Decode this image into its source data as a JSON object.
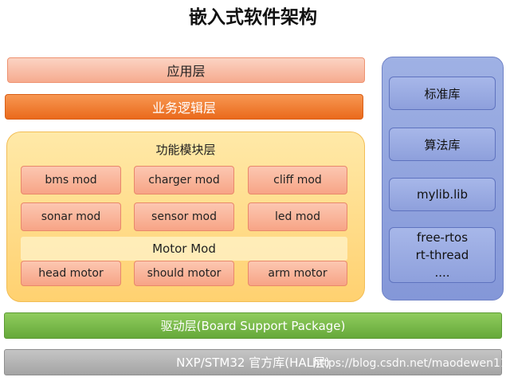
{
  "title": "嵌入式软件架构",
  "layers": {
    "app": "应用层",
    "business": "业务逻辑层",
    "functional": {
      "title": "功能模块层",
      "modules_row1": [
        "bms mod",
        "charger mod",
        "cliff mod"
      ],
      "modules_row2": [
        "sonar mod",
        "sensor mod",
        "led mod"
      ],
      "motor_title": "Motor Mod",
      "motors": [
        "head motor",
        "should motor",
        "arm motor"
      ]
    },
    "bsp": "驱动层(Board Support Package)",
    "hal": "NXP/STM32 官方库(HAL层)"
  },
  "libraries": {
    "standard": "标准库",
    "algorithm": "算法库",
    "mylib": "mylib.lib",
    "os_lines": [
      "free-rtos",
      "rt-thread",
      "...."
    ]
  },
  "watermark": "https://blog.csdn.net/maodewen11",
  "colors": {
    "app_layer": "#f6ab8f",
    "business_layer": "#ea6a1c",
    "functional_layer": "#ffd170",
    "module": "#f7a486",
    "library_panel": "#8497d8",
    "bsp_layer": "#66a83a",
    "hal_layer": "#a4a4a4"
  }
}
